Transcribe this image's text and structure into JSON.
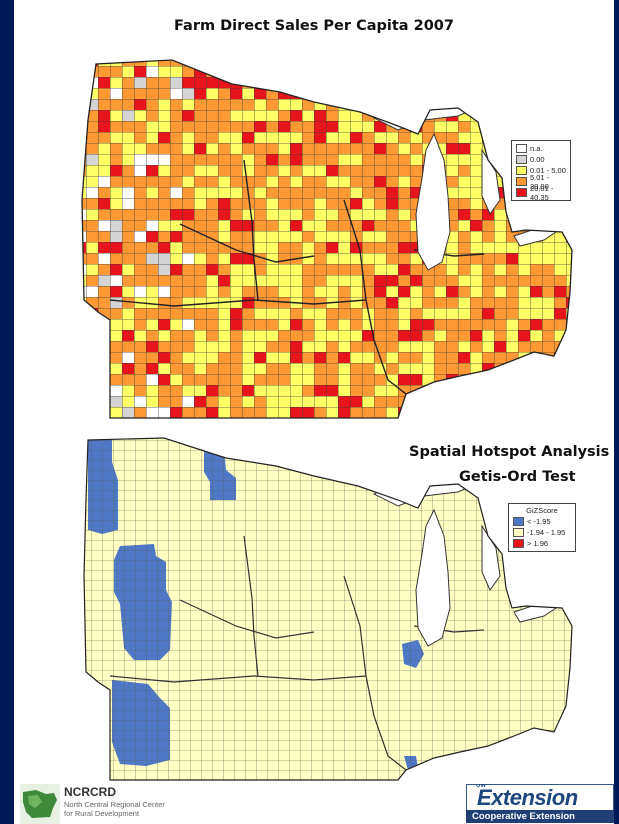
{
  "map1": {
    "title": "Farm Direct Sales Per Capita 2007",
    "legend": [
      {
        "label": "n.a.",
        "color": "#ffffff"
      },
      {
        "label": "0.00",
        "color": "#d4d4d4"
      },
      {
        "label": "0.01 - 5.00",
        "color": "#ffff66"
      },
      {
        "label": "5.01 - 20.00",
        "color": "#ff9933"
      },
      {
        "label": "20.01 - 40.35",
        "color": "#e8141c"
      }
    ]
  },
  "map2": {
    "title": "Spatial Hotspot Analysis",
    "subtitle": "Getis-Ord Test",
    "legend_title": "GiZScore",
    "legend": [
      {
        "label": "< -1.95",
        "color": "#4f79c6"
      },
      {
        "label": "-1.94 - 1.95",
        "color": "#ffffc4"
      },
      {
        "label": "> 1.96",
        "color": "#e8141c"
      }
    ]
  },
  "colors": {
    "frame": "#001a57",
    "lake": "#ffffff",
    "county_line": "#3b3b3b"
  },
  "logos": {
    "left_acronym": "NCRCRD",
    "left_name_line1": "North Central Regional Center",
    "left_name_line2": "for Rural Development",
    "right_prefix": "UW",
    "right_word": "Extension",
    "right_tagline": "Cooperative Extension"
  }
}
